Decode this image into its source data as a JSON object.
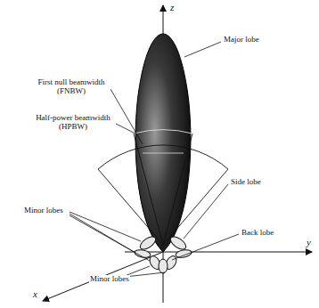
{
  "diagram": {
    "labels": [
      "z",
      "First null beamwidth (FNBW)",
      "Major lobe",
      "Half-power beamwidth (HPBW)",
      "Minor lobes",
      "Side lobe",
      "y",
      "Back lobe",
      "x",
      "Minor lobes"
    ]
  }
}
